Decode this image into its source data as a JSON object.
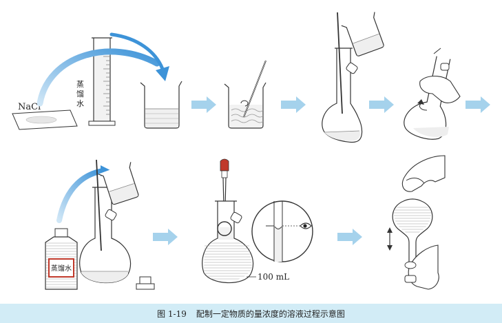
{
  "labels": {
    "nacl": "NaCl",
    "distilled_water_vertical": "蒸馏水",
    "distilled_water_bottle": "蒸馏水",
    "volume": "100 mL"
  },
  "caption": {
    "number": "图 1-19",
    "text": "配制一定物质的量浓度的溶液过程示意图"
  },
  "colors": {
    "arrow": "#a5d2ec",
    "curved_arrow": "#4d9fdd",
    "caption_bar": "#d2ecf6",
    "line": "#222222",
    "liquid_line": "#888888",
    "bottle_label": "#c0392b"
  },
  "icons": [
    "eye-icon",
    "double-arrow-icon",
    "hand-icon",
    "stopper-icon"
  ]
}
